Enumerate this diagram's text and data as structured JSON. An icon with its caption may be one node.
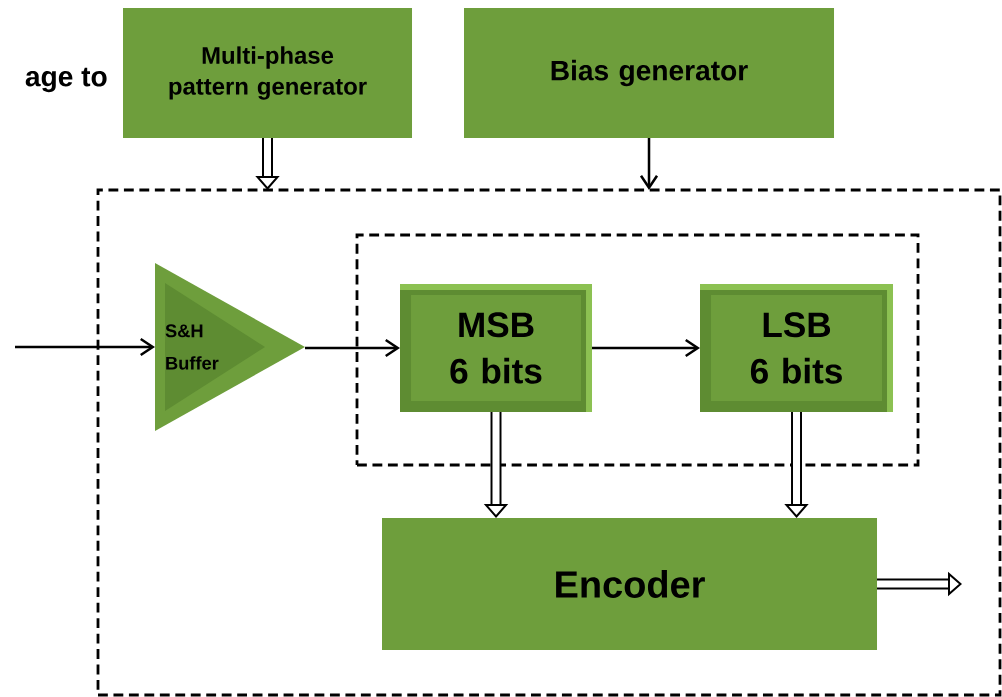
{
  "diagram": {
    "nodes": [
      {
        "text": [
          "Multi-phase pattern generator"
        ]
      },
      {
        "text": [
          "Bias generator"
        ]
      },
      {
        "text": [],
        "shape": "box"
      },
      {
        "text": [
          "S&H Buffer"
        ],
        "in": 2
      },
      {
        "text": [],
        "shape": "box",
        "in": 2
      },
      {
        "text": [
          "MSB 6 bits"
        ],
        "in": 4
      },
      {
        "text": [
          "LSB 6 bits"
        ],
        "in": 4
      },
      {
        "text": [
          "Encoder"
        ],
        "in": 2
      }
    ],
    "edges": [
      {
        "from": 0,
        "to": 2,
        "arrow": "to",
        "style": "thick"
      },
      {
        "from": 1,
        "to": 2,
        "arrow": "to"
      },
      {
        "from": null,
        "to": 3,
        "arrow": "to"
      },
      {
        "from": 3,
        "to": 5,
        "arrow": "to"
      },
      {
        "from": 5,
        "to": 6,
        "arrow": "to"
      },
      {
        "from": 5,
        "to": 7,
        "arrow": "to",
        "style": "thick"
      },
      {
        "from": 6,
        "to": 7,
        "arrow": "to",
        "style": "thick"
      },
      {
        "from": 7,
        "to": null,
        "arrow": "to",
        "style": "thick"
      }
    ],
    "labels": [
      "age to"
    ]
  }
}
